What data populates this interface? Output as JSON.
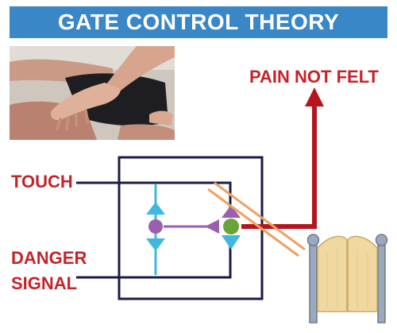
{
  "header": {
    "title": "GATE CONTROL THEORY"
  },
  "labels": {
    "pain_not_felt": "PAIN NOT FELT",
    "touch": "TOUCH",
    "danger_line1": "DANGER",
    "danger_line2": "SIGNAL"
  },
  "colors": {
    "banner": "#3a87c8",
    "label_red": "#c4232a",
    "arrow_red": "#b5161e",
    "navy": "#1c1a4a",
    "cyan": "#3fb8e0",
    "purple": "#9b5fb0",
    "green": "#6aa33a",
    "orange": "#f0a060",
    "gate_wood": "#f0d9a0",
    "gate_post": "#9aa9bd"
  }
}
